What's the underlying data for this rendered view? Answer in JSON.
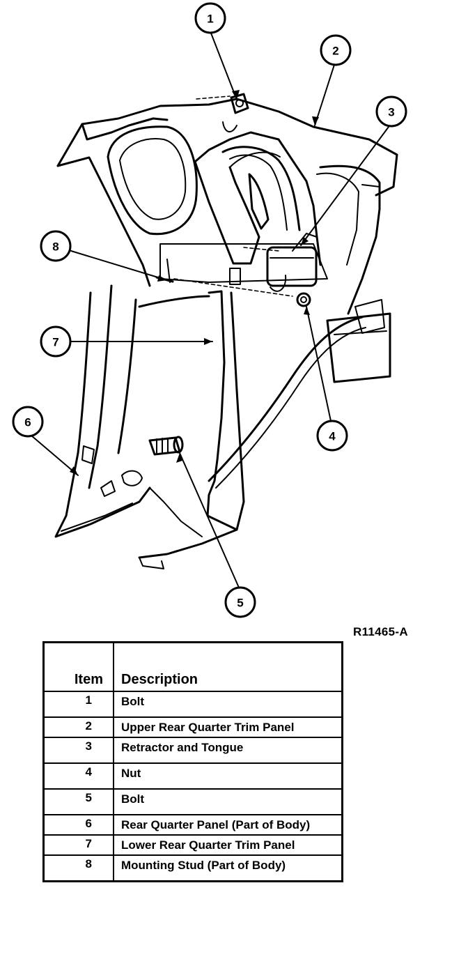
{
  "diagram": {
    "callouts": [
      "1",
      "2",
      "3",
      "4",
      "5",
      "6",
      "7",
      "8"
    ],
    "figure_code": "R11465-A"
  },
  "table": {
    "headers": {
      "item": "Item",
      "description": "Description"
    },
    "rows": [
      {
        "item": "1",
        "description": "Bolt"
      },
      {
        "item": "2",
        "description": "Upper Rear Quarter Trim Panel"
      },
      {
        "item": "3",
        "description": "Retractor and Tongue"
      },
      {
        "item": "4",
        "description": "Nut"
      },
      {
        "item": "5",
        "description": "Bolt"
      },
      {
        "item": "6",
        "description": "Rear Quarter Panel (Part of Body)"
      },
      {
        "item": "7",
        "description": "Lower Rear Quarter Trim Panel"
      },
      {
        "item": "8",
        "description": "Mounting Stud (Part of Body)"
      }
    ]
  }
}
